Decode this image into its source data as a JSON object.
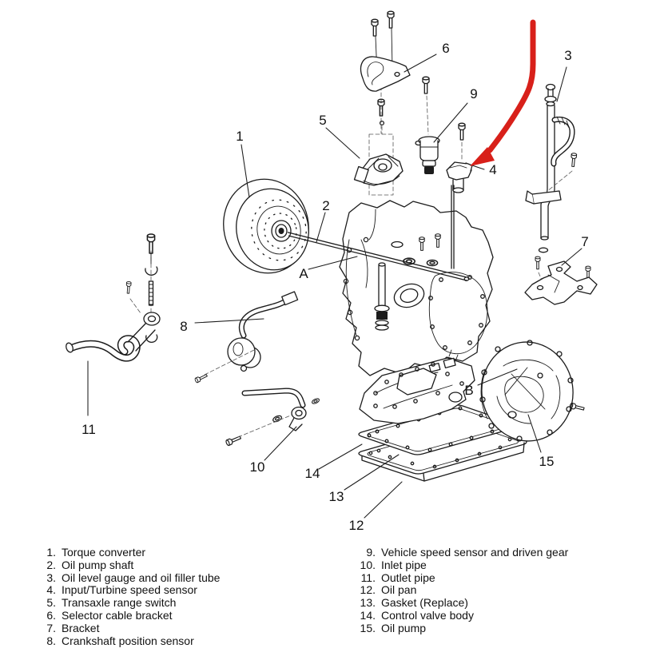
{
  "figure": {
    "type": "exploded-parts-diagram",
    "subject": "Automatic transaxle - component exploded view",
    "background_color": "#ffffff",
    "line_color": "#1c1c1c",
    "arrow": {
      "color": "#d8201a",
      "points_to_item": "4"
    }
  },
  "callouts": [
    {
      "label": "1"
    },
    {
      "label": "2"
    },
    {
      "label": "3"
    },
    {
      "label": "4"
    },
    {
      "label": "5"
    },
    {
      "label": "6"
    },
    {
      "label": "7"
    },
    {
      "label": "8"
    },
    {
      "label": "9"
    },
    {
      "label": "10"
    },
    {
      "label": "11"
    },
    {
      "label": "12"
    },
    {
      "label": "13"
    },
    {
      "label": "14"
    },
    {
      "label": "15"
    },
    {
      "label": "A"
    },
    {
      "label": "B"
    }
  ],
  "legend": {
    "left": [
      {
        "num": "1.",
        "text": "Torque converter"
      },
      {
        "num": "2.",
        "text": "Oil pump shaft"
      },
      {
        "num": "3.",
        "text": "Oil level gauge and oil filler tube"
      },
      {
        "num": "4.",
        "text": "Input/Turbine speed sensor"
      },
      {
        "num": "5.",
        "text": "Transaxle range switch"
      },
      {
        "num": "6.",
        "text": "Selector cable bracket"
      },
      {
        "num": "7.",
        "text": "Bracket"
      },
      {
        "num": "8.",
        "text": "Crankshaft position sensor"
      }
    ],
    "right": [
      {
        "num": "9.",
        "text": "Vehicle speed sensor and driven gear"
      },
      {
        "num": "10.",
        "text": "Inlet pipe"
      },
      {
        "num": "11.",
        "text": "Outlet pipe"
      },
      {
        "num": "12.",
        "text": "Oil pan"
      },
      {
        "num": "13.",
        "text": "Gasket (Replace)"
      },
      {
        "num": "14.",
        "text": "Control valve body"
      },
      {
        "num": "15.",
        "text": "Oil pump"
      }
    ]
  }
}
